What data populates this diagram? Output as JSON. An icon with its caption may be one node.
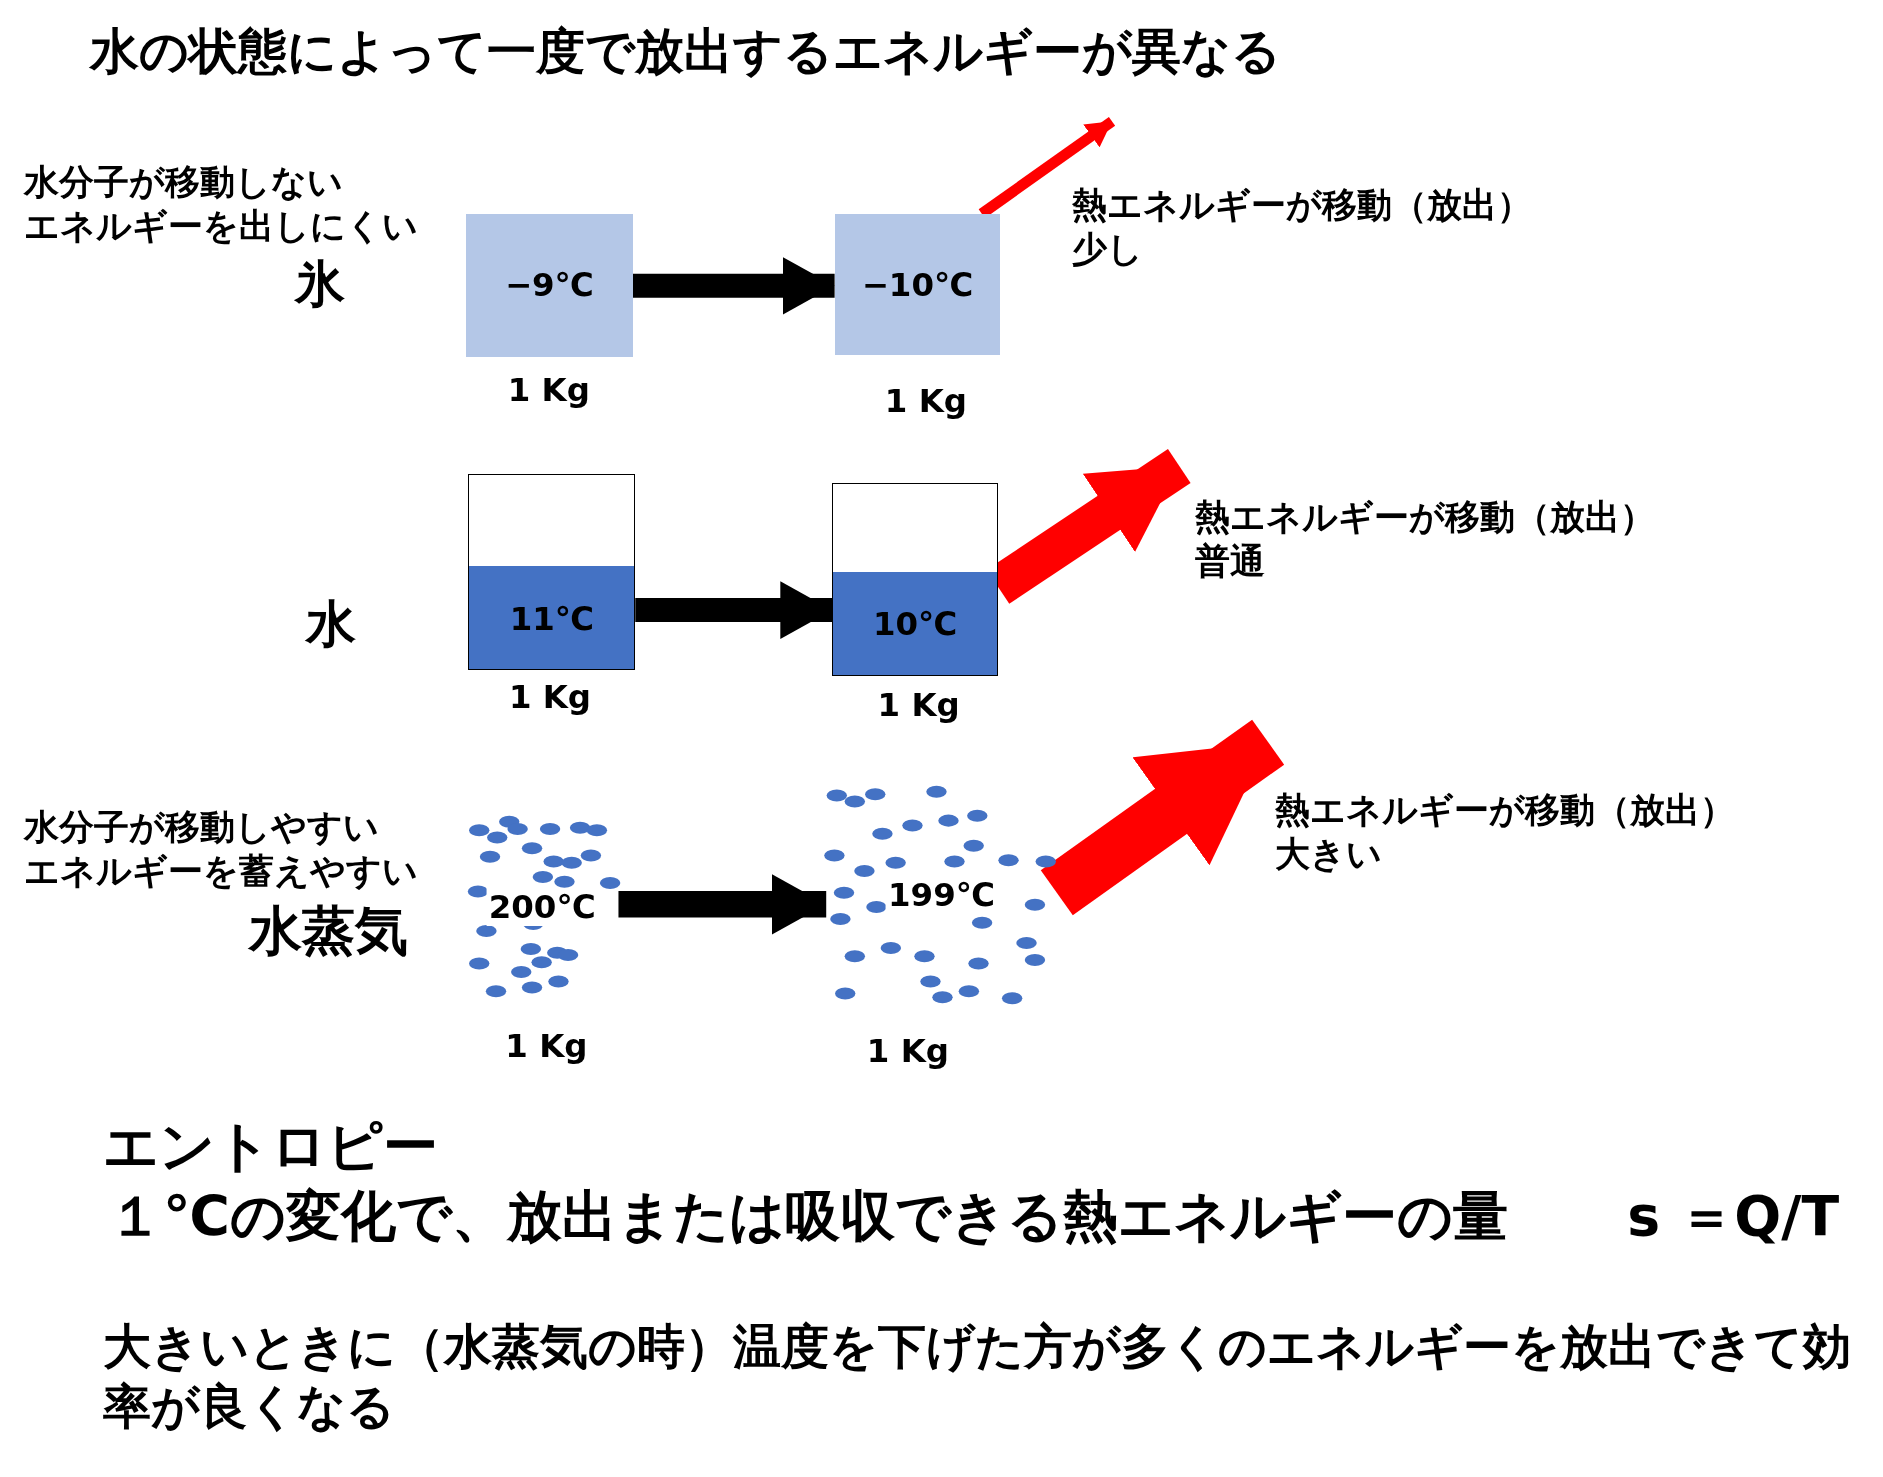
{
  "diagram": {
    "title": "水の状態によって一度で放出するエネルギーが異なる",
    "nodes": [
      {
        "text": [
          "−9℃"
        ],
        "beside": [
          "1 Kg"
        ]
      },
      {
        "text": [
          "−10℃"
        ],
        "beside": [
          "1 Kg"
        ]
      },
      {
        "text": [
          "11℃"
        ],
        "beside": [
          "1 Kg"
        ]
      },
      {
        "text": [
          "10℃"
        ],
        "beside": [
          "1 Kg"
        ]
      },
      {
        "text": [
          "200℃"
        ],
        "beside": [
          "1 Kg"
        ]
      },
      {
        "text": [
          "199℃"
        ],
        "beside": [
          "1 Kg"
        ]
      }
    ],
    "edges": [
      {
        "from": 0,
        "to": 1,
        "arrow": "to"
      },
      {
        "from": 2,
        "to": 3,
        "arrow": "to"
      },
      {
        "from": 4,
        "to": 5,
        "arrow": "to"
      },
      {
        "from": 1,
        "to": null,
        "arrow": "to",
        "color": "#ff0000"
      },
      {
        "from": 3,
        "to": null,
        "arrow": "to",
        "color": "#ff0000"
      },
      {
        "from": 5,
        "to": null,
        "arrow": "to",
        "style": "thick",
        "color": "#ff0000"
      }
    ],
    "labels": [
      "水分子が移動しない",
      "エネルギーを出しにくい",
      "氷",
      "熱エネルギーが移動（放出）",
      "少し",
      "水",
      "熱エネルギーが移動（放出）",
      "普通",
      "水分子が移動しやすい",
      "エネルギーを蓄えやすい",
      "水蒸気",
      "熱エネルギーが移動（放出）",
      "大きい",
      "エントロピー",
      "１℃の変化で、放出または吸収できる熱エネルギーの量",
      "s ＝Q/T",
      "大きいときに（水蒸気の時）温度を下げた方が多くのエネルギーを放出できて効率が良くなる"
    ]
  }
}
